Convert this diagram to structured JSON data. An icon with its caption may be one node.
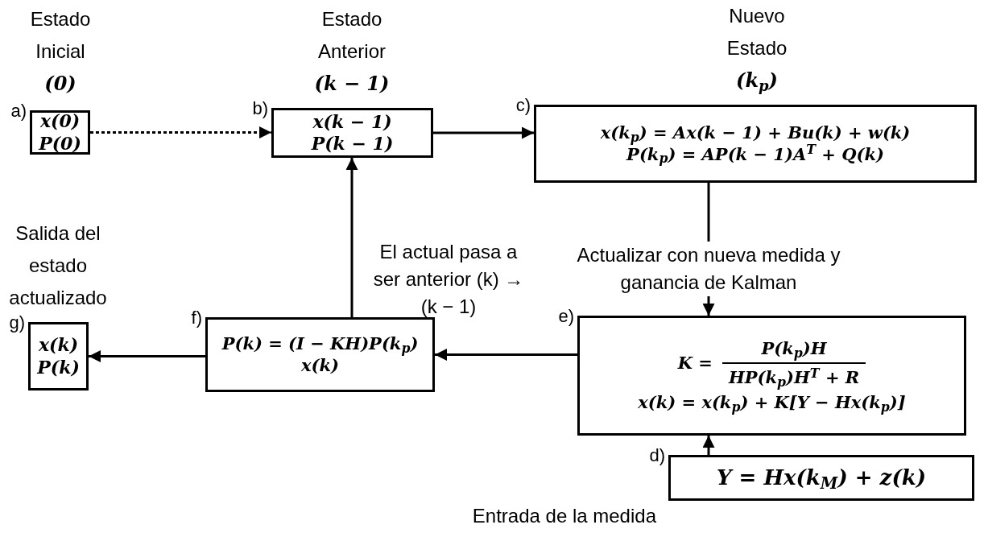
{
  "diagram": {
    "nodes": [
      {
        "text": [
          "x(0)",
          "P(0)"
        ],
        "beside": [
          "a)",
          "Estado Inicial",
          "(0)"
        ]
      },
      {
        "text": [
          "x(k − 1)",
          "P(k − 1)"
        ],
        "beside": [
          "b)",
          "Estado Anterior",
          "(k − 1)"
        ]
      },
      {
        "text": [
          "x(k$_{p}$) = Ax(k − 1) + Bu(k) + w(k)",
          "P(k$_{p}$) = AP(k − 1)A$^{T}$ + Q(k)"
        ],
        "beside": [
          "c)",
          "Nuevo Estado",
          "(k$_{p}$)"
        ]
      },
      {
        "text": [
          "x(k)",
          "P(k)"
        ],
        "beside": [
          "g)",
          "Salida del estado actualizado"
        ]
      },
      {
        "text": [
          "P(k) = (I − KH)P(k$_{p}$)",
          "x(k)"
        ],
        "beside": [
          "f)"
        ]
      },
      {
        "text": [
          "K =",
          "P(k$_{p}$)H",
          "HP(k$_{p}$)H$^{T}$ + R",
          "x(k) = x(k$_{p}$) + K[Y − Hx(k$_{p}$)]"
        ],
        "beside": [
          "e)"
        ]
      },
      {
        "text": [
          "Y = Hx(k$_{M}$) + z(k)"
        ],
        "beside": [
          "d)",
          "Entrada de la medida"
        ]
      }
    ],
    "edges": [
      {
        "from": 0,
        "to": 1,
        "arrow": "to",
        "style": "dashed"
      },
      {
        "from": 1,
        "to": 2,
        "arrow": "to"
      },
      {
        "from": 2,
        "to": 5,
        "arrow": "to",
        "label": "Actualizar con nueva medida y ganancia de Kalman"
      },
      {
        "from": 6,
        "to": 5,
        "arrow": "to"
      },
      {
        "from": 5,
        "to": 4,
        "arrow": "to"
      },
      {
        "from": 4,
        "to": 1,
        "arrow": "to",
        "label": "El actual pasa a ser anterior (k) → (k − 1)"
      },
      {
        "from": 4,
        "to": 3,
        "arrow": "to"
      }
    ]
  }
}
